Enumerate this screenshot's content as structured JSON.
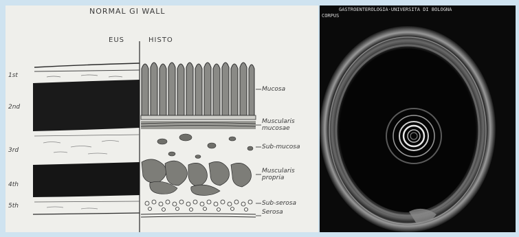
{
  "figure": {
    "title": "NORMAL GI WALL",
    "column_labels": {
      "eus": "EUS",
      "histo": "HISTO"
    },
    "layer_numbers": [
      "1st",
      "2nd",
      "3rd",
      "4th",
      "5th"
    ],
    "tissue_labels": {
      "mucosa": "Mucosa",
      "muscularis_mucosae": [
        "Muscularis",
        "mucosae"
      ],
      "sub_mucosa": "Sub-mucosa",
      "muscularis_propria": [
        "Muscularis",
        "propria"
      ],
      "sub_serosa": "Sub-serosa",
      "serosa": "Serosa"
    }
  },
  "ultrasound": {
    "header_text": "GASTROENTEROLOGIA·UNIVERSITA DI BOLOGNA",
    "region_label": "CORPUS"
  },
  "colors": {
    "ink": "#2a2a2a",
    "paper": "#efefeb",
    "frame_background": "#cfe3f0",
    "scan_background": "#0a0a0a"
  }
}
